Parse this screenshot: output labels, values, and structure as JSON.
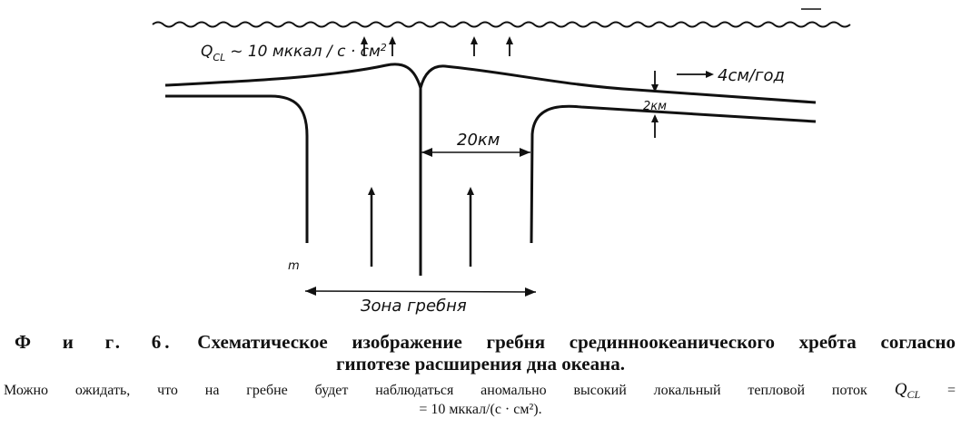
{
  "diagram": {
    "heat_flow_label": "Q",
    "heat_flow_subscript": "CL",
    "heat_flow_value": "~ 10 мккал / с · см",
    "heat_flow_exponent": "2",
    "spreading_rate": "4см/год",
    "plate_thickness": "2км",
    "half_width": "20км",
    "crest_zone": "Зона гребня",
    "corner_mark": "m"
  },
  "caption": {
    "fig_label": "Ф и г. 6.",
    "title_line1": "Схематическое изображение гребня срединноокеанического хребта согласно",
    "title_line2": "гипотезе расширения дна океана.",
    "body_line1": "Можно ожидать, что на гребне будет наблюдаться аномально высокий локальный тепловой поток",
    "body_symbol": "Q",
    "body_symbol_sub": "CL",
    "body_line1_end": "=",
    "body_line2": "= 10 мккал/(с · см²)."
  },
  "colors": {
    "ink": "#111111",
    "paper": "#ffffff"
  }
}
